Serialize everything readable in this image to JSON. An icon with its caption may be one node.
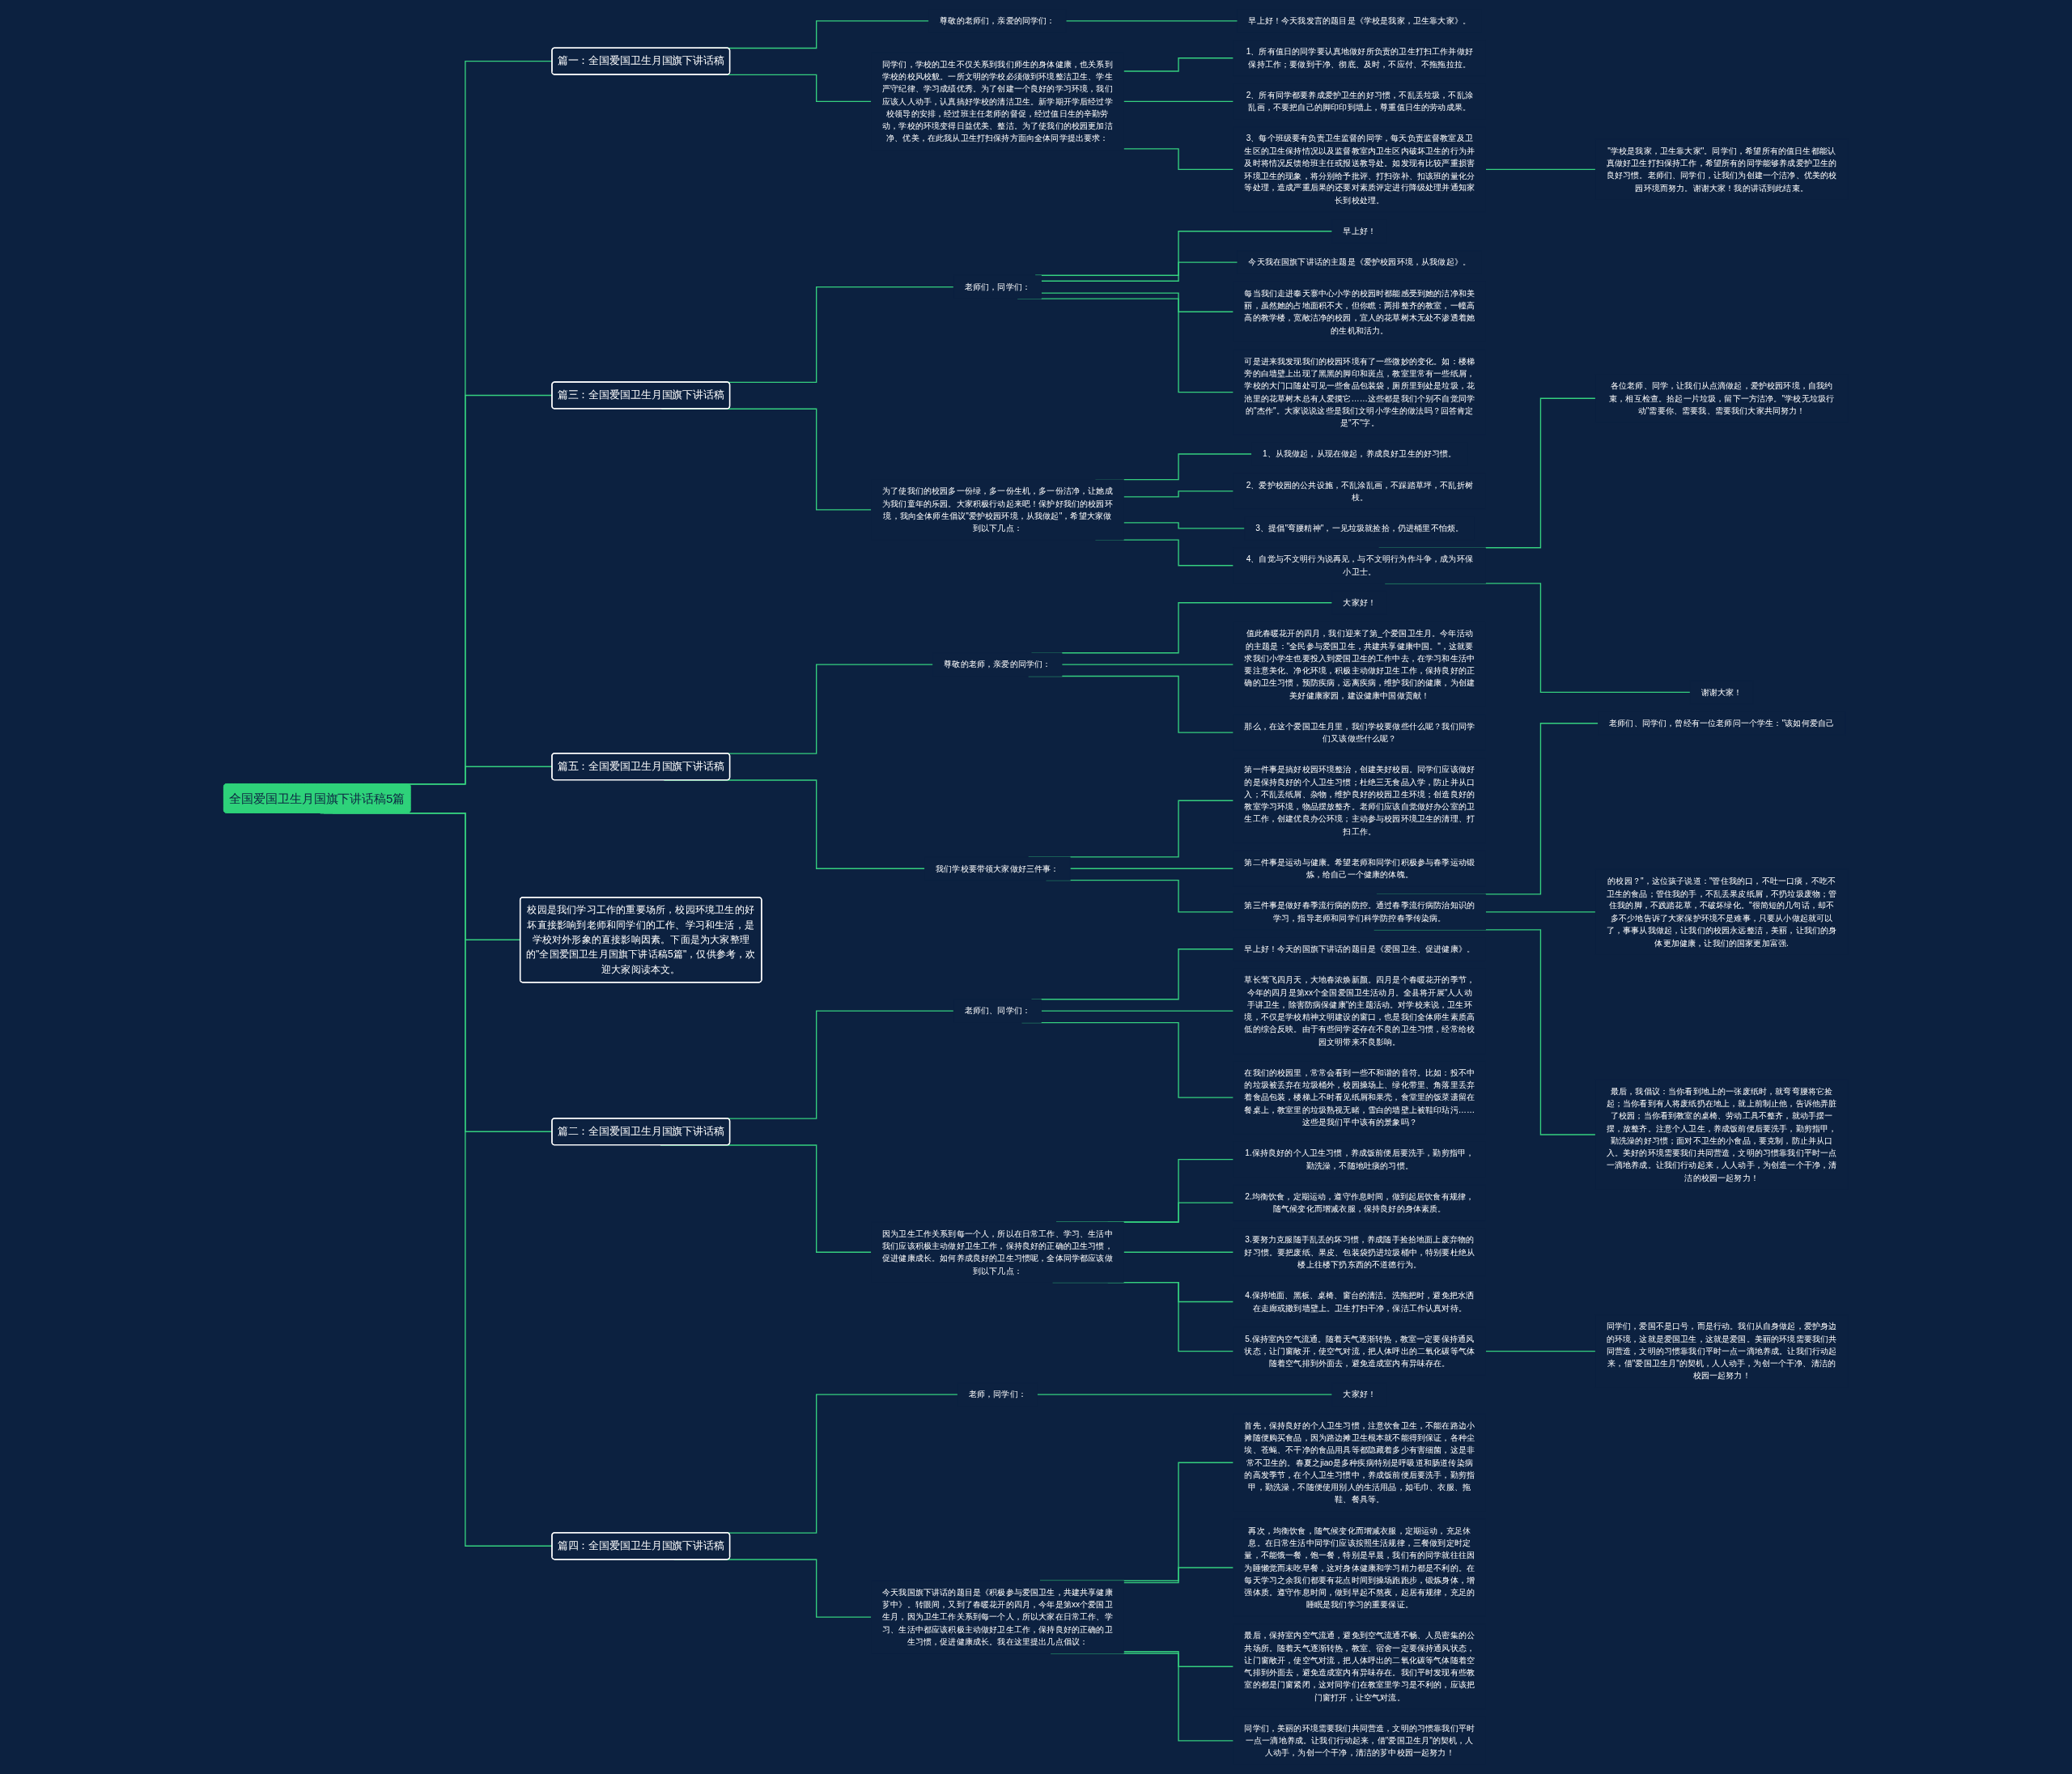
{
  "diagram": {
    "nodes": [
      {
        "text": [
          "全国爱国卫生月国旗下讲话稿5篇"
        ]
      },
      {
        "text": [
          "篇一：全国爱国卫生月国旗下讲话稿"
        ]
      },
      {
        "text": [
          "尊敬的老师们，亲爱的同学们："
        ]
      },
      {
        "text": [
          "早上好！今天我发言的题目是《学校是我家，卫生靠大家》。"
        ]
      },
      {
        "text": [
          "同学们，学校的卫生不仅关系到我们师生的身体健康，也关系到学校的校风校貌。一所文明的学校必须做到环境整洁卫生、学生严守纪律、学习成绩优秀。为了创建一个良好的学习环境，我们应该人人动手，认真搞好学校的清洁卫生。新学期开学后经过学校领导的安排，经过班主任老师的督促，经过值日生的辛勤劳动，学校的环境变得日益优美、整洁。为了使我们的校园更加洁净、优美，在此我从卫生打扫保持方面向全体同学提出要求："
        ]
      },
      {
        "text": [
          "1、所有值日的同学要认真地做好所负责的卫生打扫工作并做好保持工作；要做到干净、彻底、及时，不应付、不拖拖拉拉。"
        ]
      },
      {
        "text": [
          "2、所有同学都要养成爱护卫生的好习惯，不乱丢垃圾，不乱涂乱画，不要把自己的脚印印到墙上，尊重值日生的劳动成果。"
        ]
      },
      {
        "text": [
          "3、每个班级要有负责卫生监督的同学，每天负责监督教室及卫生区的卫生保持情况以及监督教室内卫生区内破坏卫生的行为并及时将情况反馈给班主任或报送教导处。如发现有比较严重损害环境卫生的现象，将分别给予批评、打扫弥补、扣该班的量化分等处理，造成严重后果的还要对素质评定进行降级处理并通知家长到校处理。"
        ]
      },
      {
        "text": [
          "\"学校是我家，卫生靠大家\"。同学们，希望所有的值日生都能认真做好卫生打扫保持工作，希望所有的同学能够养成爱护卫生的良好习惯。老师们、同学们，让我们为创建一个洁净、优美的校园环境而努力。谢谢大家！我的讲话到此结束。"
        ]
      },
      {
        "text": [
          "篇三：全国爱国卫生月国旗下讲话稿"
        ]
      },
      {
        "text": [
          "老师们，同学们："
        ]
      },
      {
        "text": [
          "早上好！"
        ]
      },
      {
        "text": [
          "今天我在国旗下讲话的主题是《爱护校园环境，从我做起》。"
        ]
      },
      {
        "text": [
          "每当我们走进奉天寨中心小学的校园时都能感受到她的洁净和美丽，虽然她的占地面积不大，但你瞧：两排整齐的教室，一幢高高的教学楼，宽敞洁净的校园，宜人的花草树木无处不渗透着她的生机和活力。"
        ]
      },
      {
        "text": [
          "可是进来我发现我们的校园环境有了一些微妙的变化。如：楼梯旁的白墙壁上出现了黑黑的脚印和斑点，教室里常有一些纸屑，学校的大门口随处可见一些食品包装袋，厕所里到处是垃圾，花池里的花草树木总有人爱摸它……这些都是我们个别不自觉同学的\"杰作\"。大家说说这些是我们文明小学生的做法吗？回答肯定是\"不\"字。"
        ]
      },
      {
        "text": [
          "为了使我们的校园多一份绿，多一份生机，多一份洁净，让她成为我们童年的乐园。大家积极行动起来吧！保护好我们的校园环境，我向全体师生倡议\"爱护校园环境，从我做起\"，希望大家做到以下几点："
        ]
      },
      {
        "text": [
          "1、从我做起，从现在做起，养成良好卫生的好习惯。"
        ]
      },
      {
        "text": [
          "2、爱护校园的公共设施，不乱涂乱画，不踩踏草坪，不乱折树枝。"
        ]
      },
      {
        "text": [
          "3、提倡\"弯腰精神\"，一见垃圾就捡拾，仍进桶里不怕烦。"
        ]
      },
      {
        "text": [
          "4、自觉与不文明行为说再见，与不文明行为作斗争，成为环保小卫士。"
        ]
      },
      {
        "text": [
          "各位老师、同学，让我们从点滴做起，爱护校园环境，自我约束，相互检查。拾起一片垃圾，留下一方洁净。\"学校无垃圾行动\"需要你、需要我、需要我们大家共同努力！"
        ]
      },
      {
        "text": [
          "谢谢大家！"
        ]
      },
      {
        "text": [
          "篇五：全国爱国卫生月国旗下讲话稿"
        ]
      },
      {
        "text": [
          "尊敬的老师，亲爱的同学们："
        ]
      },
      {
        "text": [
          "大家好！"
        ]
      },
      {
        "text": [
          "值此春暖花开的四月，我们迎来了第_个爱国卫生月。今年活动的主题是：\"全民参与爱国卫生，共建共享健康中国。\"，这就要求我们小学生也要投入到爱国卫生的工作中去，在学习和生活中要注意美化、净化环境，积极主动做好卫生工作，保持良好的正确的卫生习惯，预防疾病，远离疾病，维护我们的健康，为创建美好健康家园，建设健康中国做贡献！"
        ]
      },
      {
        "text": [
          "那么，在这个爱国卫生月里，我们学校要做些什么呢？我们同学们又该做些什么呢？"
        ]
      },
      {
        "text": [
          "我们学校要带领大家做好三件事："
        ]
      },
      {
        "text": [
          "第一件事是搞好校园环境整治，创建美好校园。同学们应该做好的是保持良好的个人卫生习惯；杜绝三无食品入学，防止并从口入；不乱丢纸屑、杂物，维护良好的校园卫生环境；创造良好的教室学习环境，物品摆放整齐。老师们应该自觉做好办公室的卫生工作，创建优良办公环境；主动参与校园环境卫生的清理、打扫工作。"
        ]
      },
      {
        "text": [
          "第二件事是运动与健康。希望老师和同学们积极参与春季运动锻炼，给自己一个健康的体魄。"
        ]
      },
      {
        "text": [
          "第三件事是做好春季流行病的防控。通过春季流行病防治知识的学习，指导老师和同学们科学防控春季传染病。"
        ]
      },
      {
        "text": [
          "老师们、同学们，曾经有一位老师问一个学生：\"该如何爱自己"
        ]
      },
      {
        "text": [
          "的校园？\"，这位孩子说道：\"管住我的口，不吐一口痰，不吃不卫生的食品；管住我的手，不乱丢果皮纸屑，不扔垃圾废物；管住我的脚，不践踏花草，不破坏绿化。\"很简短的几句话，却不多不少地告诉了大家保护环境不是难事，只要从小做起就可以了，事事从我做起，让我们的校园永远整洁，美丽，让我们的身体更加健康，让我们的国家更加富强."
        ]
      },
      {
        "text": [
          "最后，我倡议：当你看到地上的一张废纸时，就弯弯腰将它捡起；当你看到有人将废纸扔在地上，就上前制止他，告诉他弄脏了校园；当你看到教室的桌椅、劳动工具不整齐，就动手摆一摆，放整齐。注意个人卫生，养成饭前便后要洗手，勤剪指甲，勤洗澡的好习惯；面对不卫生的小食品，要克制，防止并从口入。美好的环境需要我们共同营造，文明的习惯靠我们平时一点一滴地养成。让我们行动起来，人人动手，为创造一个干净，清洁的校园一起努力！"
        ]
      },
      {
        "text": [
          "校园是我们学习工作的重要场所，校园环境卫生的好坏直接影响到老师和同学们的工作、学习和生活，是学校对外形象的直接影响因素。下面是为大家整理的\"全国爱国卫生月国旗下讲话稿5篇\"，仅供参考，欢迎大家阅读本文。"
        ]
      },
      {
        "text": [
          "篇二：全国爱国卫生月国旗下讲话稿"
        ]
      },
      {
        "text": [
          "老师们、同学们："
        ]
      },
      {
        "text": [
          "早上好！今天的国旗下讲话的题目是《爱国卫生、促进健康》。"
        ]
      },
      {
        "text": [
          "草长莺飞四月天，大地春浓焕新颜。四月是个春暖花开的季节，今年的四月是第xx个全国爱国卫生活动月。全县将开展\"人人动手讲卫生，除害防病保健康\"的主题活动。对学校来说，卫生环境，不仅是学校精神文明建设的窗口，也是我们全体师生素质高低的综合反映。由于有些同学还存在不良的卫生习惯，经常给校园文明带来不良影响。"
        ]
      },
      {
        "text": [
          "在我们的校园里，常常会看到一些不和谐的音符。比如：投不中的垃圾被丢弃在垃圾桶外，校园操场上、绿化带里、角落里丢弃着食品包装，楼梯上不时看见纸屑和果壳，食堂里的饭菜遗留在餐桌上，教室里的垃圾熟视无睹，雪白的墙壁上被鞋印玷污……这些是我们平中该有的景象吗？"
        ]
      },
      {
        "text": [
          "因为卫生工作关系到每一个人，所以在日常工作、学习、生活中我们应该积极主动做好卫生工作，保持良好的正确的卫生习惯，促进健康成长。如何养成良好的卫生习惯呢，全体同学都应该做到以下几点："
        ]
      },
      {
        "text": [
          "1.保持良好的个人卫生习惯，养成饭前便后要洗手，勤剪指甲，勤洗澡，不随地吐痰的习惯。"
        ]
      },
      {
        "text": [
          "2.均衡饮食，定期运动，遵守作息时间，做到起居饮食有规律，随气候变化而增减衣服，保持良好的身体素质。"
        ]
      },
      {
        "text": [
          "3.要努力克服随手乱丢的坏习惯，养成随手捡拾地面上废弃物的好习惯。要把废纸、果皮、包装袋扔进垃圾桶中，特别要杜绝从楼上往楼下扔东西的不道德行为。"
        ]
      },
      {
        "text": [
          "4.保持地面、黑板、桌椅、窗台的清洁。洗拖把时，避免把水洒在走廊或撒到墙壁上。卫生打扫干净，保洁工作认真对待。"
        ]
      },
      {
        "text": [
          "5.保持室内空气流通。随着天气逐渐转热，教室一定要保持通风状态，让门窗敞开，使空气对流，把人体呼出的二氧化碳等气体随着空气排到外面去，避免造成室内有异味存在。"
        ]
      },
      {
        "text": [
          "同学们，爱国不是口号，而是行动。我们从自身做起，爱护身边的环境，这就是爱国卫生，这就是爱国。美丽的环境需要我们共同营造，文明的习惯靠我们平时一点一滴地养成。让我们行动起来，借\"爱国卫生月\"的契机，人人动手，为创一个干净、清洁的校园一起努力！"
        ]
      },
      {
        "text": [
          "篇四：全国爱国卫生月国旗下讲话稿"
        ]
      },
      {
        "text": [
          "老师，同学们："
        ]
      },
      {
        "text": [
          "大家好！"
        ]
      },
      {
        "text": [
          "今天我国旗下讲话的题目是《积极参与爱国卫生，共建共享健康芗中》。转眼间，又到了春暖花开的四月，今年是第xx个爱国卫生月，因为卫生工作关系到每一个人，所以大家在日常工作、学习、生活中都应该积极主动做好卫生工作，保持良好的正确的卫生习惯，促进健康成长。我在这里提出几点倡议："
        ]
      },
      {
        "text": [
          "首先，保持良好的个人卫生习惯，注意饮食卫生，不能在路边小摊随便购买食品，因为路边摊卫生根本就不能得到保证，各种尘埃、苍蝇、不干净的食品用具等都隐藏着多少有害细菌，这是非常不卫生的。春夏之jiao是多种疾病特别是呼吸道和肠道传染病的高发季节，在个人卫生习惯中，养成饭前便后要洗手，勤剪指甲，勤洗澡，不随便使用别人的生活用品，如毛巾、衣服、拖鞋、餐具等。"
        ]
      },
      {
        "text": [
          "再次，均衡饮食，随气候变化而增减衣服，定期运动，充足休息。在日常生活中同学们应该按照生活规律，三餐做到定时定量，不能饿一餐，饱一餐，特别是早晨，我们有的同学就往往因为睡懒觉而未吃早餐，这对身体健康和学习精力都是不利的。在每天学习之余我们都要有花点时间到操场跑跑步，锻炼身体，增强体质。遵守作息时间，做到早起不熬夜，起居有规律，充足的睡眠是我们学习的重要保证。"
        ]
      },
      {
        "text": [
          "最后，保持室内空气流通，避免到空气流通不畅、人员密集的公共场所。随着天气逐渐转热，教室、宿舍一定要保持通风状态，让门窗敞开，使空气对流，把人体呼出的二氧化碳等气体随着空气排到外面去，避免造成室内有异味存在。我们平时发现有些教室的都是门窗紧闭，这对同学们在教室里学习是不利的，应该把门窗打开，让空气对流。"
        ]
      },
      {
        "text": [
          "同学们，美丽的环境需要我们共同营造，文明的习惯靠我们平时一点一滴地养成。让我们行动起来，借\"爱国卫生月\"的契机，人人动手，为创一个干净，清洁的芗中校园一起努力！"
        ]
      }
    ],
    "edges": [
      {
        "from": 0,
        "to": 1,
        "arrow": "none"
      },
      {
        "from": 1,
        "to": 2,
        "arrow": "none"
      },
      {
        "from": 2,
        "to": 3,
        "arrow": "none"
      },
      {
        "from": 1,
        "to": 4,
        "arrow": "none"
      },
      {
        "from": 4,
        "to": 5,
        "arrow": "none"
      },
      {
        "from": 4,
        "to": 6,
        "arrow": "none"
      },
      {
        "from": 4,
        "to": 7,
        "arrow": "none"
      },
      {
        "from": 7,
        "to": 8,
        "arrow": "none"
      },
      {
        "from": 0,
        "to": 9,
        "arrow": "none"
      },
      {
        "from": 9,
        "to": 10,
        "arrow": "none"
      },
      {
        "from": 10,
        "to": 11,
        "arrow": "none"
      },
      {
        "from": 10,
        "to": 12,
        "arrow": "none"
      },
      {
        "from": 10,
        "to": 13,
        "arrow": "none"
      },
      {
        "from": 10,
        "to": 14,
        "arrow": "none"
      },
      {
        "from": 9,
        "to": 15,
        "arrow": "none"
      },
      {
        "from": 15,
        "to": 16,
        "arrow": "none"
      },
      {
        "from": 15,
        "to": 17,
        "arrow": "none"
      },
      {
        "from": 15,
        "to": 18,
        "arrow": "none"
      },
      {
        "from": 15,
        "to": 19,
        "arrow": "none"
      },
      {
        "from": 19,
        "to": 20,
        "arrow": "none"
      },
      {
        "from": 19,
        "to": 21,
        "arrow": "none"
      },
      {
        "from": 0,
        "to": 22,
        "arrow": "none"
      },
      {
        "from": 22,
        "to": 23,
        "arrow": "none"
      },
      {
        "from": 23,
        "to": 24,
        "arrow": "none"
      },
      {
        "from": 23,
        "to": 25,
        "arrow": "none"
      },
      {
        "from": 23,
        "to": 26,
        "arrow": "none"
      },
      {
        "from": 22,
        "to": 27,
        "arrow": "none"
      },
      {
        "from": 27,
        "to": 28,
        "arrow": "none"
      },
      {
        "from": 27,
        "to": 29,
        "arrow": "none"
      },
      {
        "from": 27,
        "to": 30,
        "arrow": "none"
      },
      {
        "from": 30,
        "to": 31,
        "arrow": "none"
      },
      {
        "from": 30,
        "to": 32,
        "arrow": "none"
      },
      {
        "from": 30,
        "to": 33,
        "arrow": "none"
      },
      {
        "from": 0,
        "to": 34,
        "arrow": "none"
      },
      {
        "from": 0,
        "to": 35,
        "arrow": "none"
      },
      {
        "from": 35,
        "to": 36,
        "arrow": "none"
      },
      {
        "from": 36,
        "to": 37,
        "arrow": "none"
      },
      {
        "from": 36,
        "to": 38,
        "arrow": "none"
      },
      {
        "from": 36,
        "to": 39,
        "arrow": "none"
      },
      {
        "from": 35,
        "to": 40,
        "arrow": "none"
      },
      {
        "from": 40,
        "to": 41,
        "arrow": "none"
      },
      {
        "from": 40,
        "to": 42,
        "arrow": "none"
      },
      {
        "from": 40,
        "to": 43,
        "arrow": "none"
      },
      {
        "from": 40,
        "to": 44,
        "arrow": "none"
      },
      {
        "from": 40,
        "to": 45,
        "arrow": "none"
      },
      {
        "from": 45,
        "to": 46,
        "arrow": "none"
      },
      {
        "from": 0,
        "to": 47,
        "arrow": "none"
      },
      {
        "from": 47,
        "to": 48,
        "arrow": "none"
      },
      {
        "from": 48,
        "to": 49,
        "arrow": "none"
      },
      {
        "from": 47,
        "to": 50,
        "arrow": "none"
      },
      {
        "from": 50,
        "to": 51,
        "arrow": "none"
      },
      {
        "from": 50,
        "to": 52,
        "arrow": "none"
      },
      {
        "from": 50,
        "to": 53,
        "arrow": "none"
      },
      {
        "from": 50,
        "to": 54,
        "arrow": "none"
      }
    ]
  }
}
